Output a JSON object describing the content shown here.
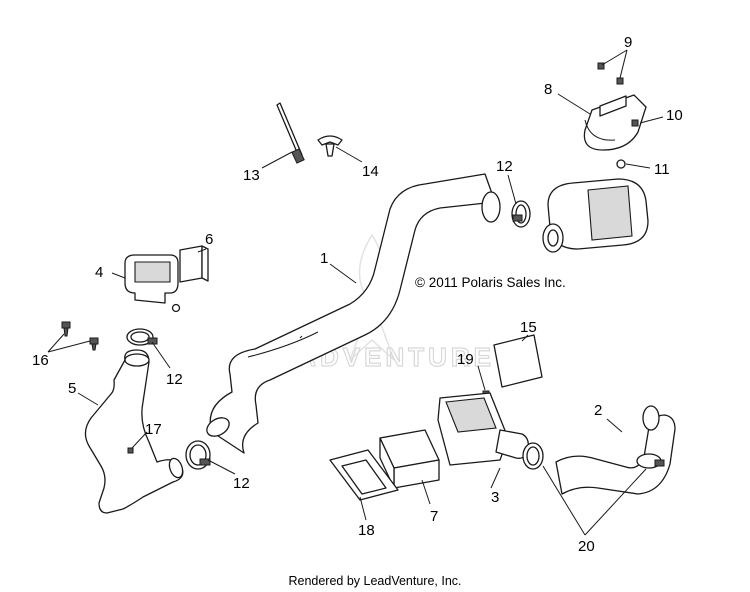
{
  "copyright": "© 2011 Polaris Sales Inc.",
  "rendered_by": "Rendered by LeadVenture, Inc.",
  "watermark": "LEADVENTURE",
  "callouts": [
    {
      "id": "c1",
      "label": "1"
    },
    {
      "id": "c2",
      "label": "2"
    },
    {
      "id": "c3",
      "label": "3"
    },
    {
      "id": "c4",
      "label": "4"
    },
    {
      "id": "c5",
      "label": "5"
    },
    {
      "id": "c6",
      "label": "6"
    },
    {
      "id": "c7",
      "label": "7"
    },
    {
      "id": "c8",
      "label": "8"
    },
    {
      "id": "c9",
      "label": "9"
    },
    {
      "id": "c10",
      "label": "10"
    },
    {
      "id": "c11",
      "label": "11"
    },
    {
      "id": "c12a",
      "label": "12"
    },
    {
      "id": "c12b",
      "label": "12"
    },
    {
      "id": "c12c",
      "label": "12"
    },
    {
      "id": "c13",
      "label": "13"
    },
    {
      "id": "c14",
      "label": "14"
    },
    {
      "id": "c15",
      "label": "15"
    },
    {
      "id": "c16",
      "label": "16"
    },
    {
      "id": "c17",
      "label": "17"
    },
    {
      "id": "c18",
      "label": "18"
    },
    {
      "id": "c19",
      "label": "19"
    },
    {
      "id": "c20",
      "label": "20"
    }
  ]
}
